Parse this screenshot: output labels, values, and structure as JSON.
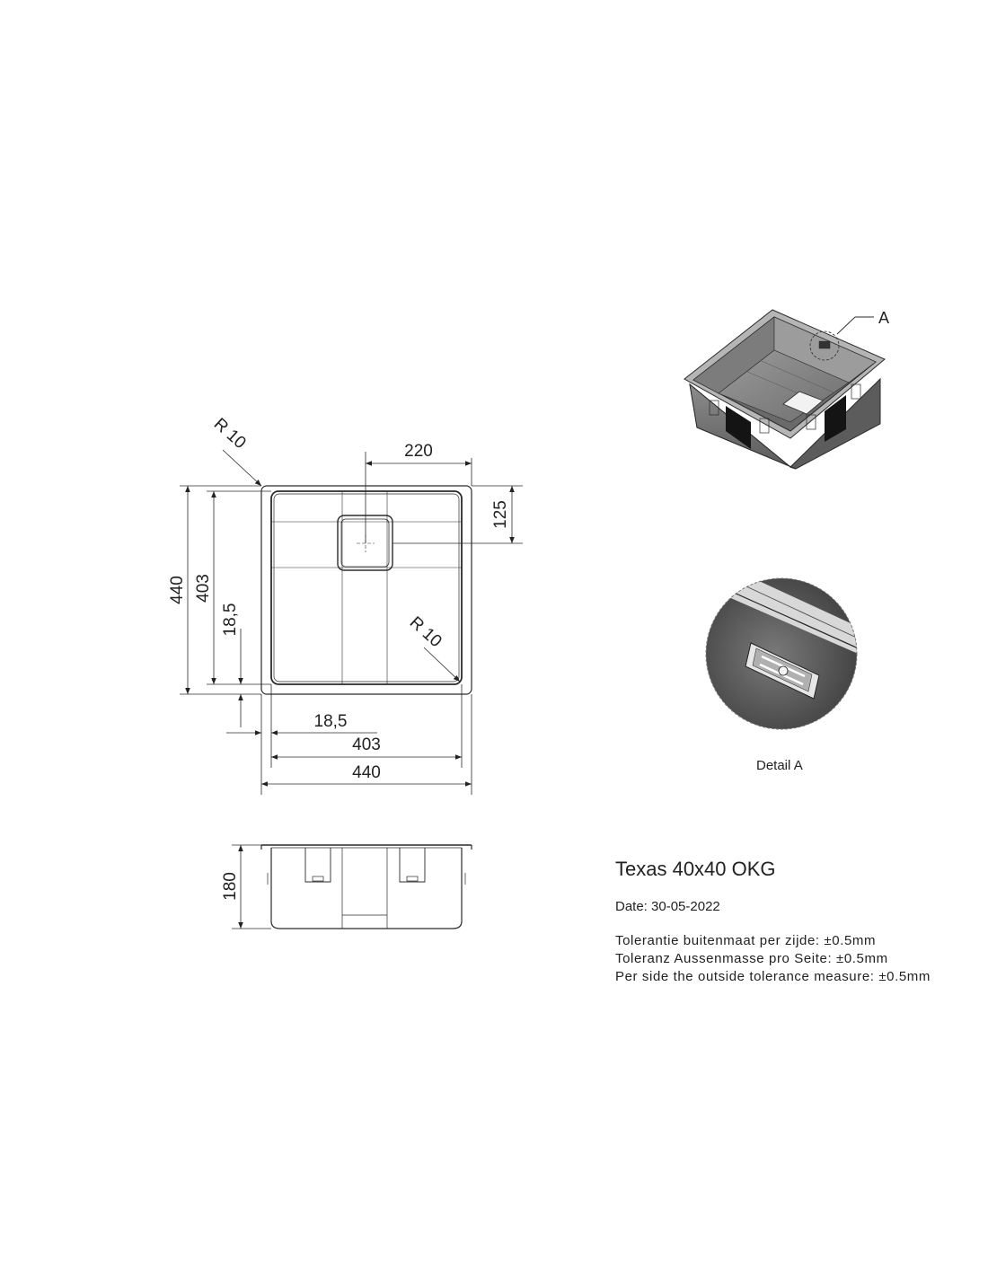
{
  "dimensions": {
    "radius_top": "R 10",
    "radius_inner": "R 10",
    "drain_offset_x": "220",
    "drain_offset_y": "125",
    "outer_height": "440",
    "inner_height": "403",
    "flange_side": "18,5",
    "flange_bottom": "18,5",
    "inner_width": "403",
    "outer_width": "440",
    "depth": "180"
  },
  "detail": {
    "callout_letter": "A",
    "label": "Detail A"
  },
  "info": {
    "title": "Texas 40x40 OKG",
    "date": "Date: 30-05-2022",
    "tolerances": [
      "Tolerantie buitenmaat per zijde: ±0.5mm",
      "Toleranz Aussenmasse pro Seite: ±0.5mm",
      "Per side the outside tolerance measure: ±0.5mm"
    ]
  },
  "colors": {
    "line": "#2b2b2b",
    "steel_dark": "#4a4a4a",
    "steel_mid": "#8a8a8a",
    "steel_light": "#c8c8c8"
  }
}
